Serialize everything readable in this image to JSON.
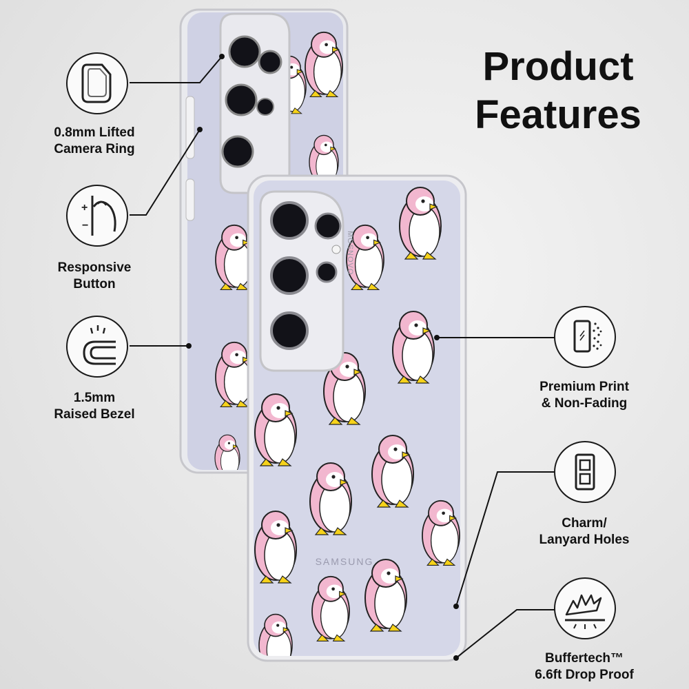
{
  "title": {
    "line1": "Product",
    "line2": "Features"
  },
  "features": [
    {
      "icon": "camera-ring-icon",
      "line1": "0.8mm Lifted",
      "line2": "Camera Ring"
    },
    {
      "icon": "responsive-button-icon",
      "line1": "Responsive",
      "line2": "Button"
    },
    {
      "icon": "raised-bezel-icon",
      "line1": "1.5mm",
      "line2": "Raised Bezel"
    },
    {
      "icon": "premium-print-icon",
      "line1": "Premium Print",
      "line2": "& Non-Fading"
    },
    {
      "icon": "lanyard-holes-icon",
      "line1": "Charm/",
      "line2": "Lanyard Holes"
    },
    {
      "icon": "drop-proof-icon",
      "line1": "Buffertech™",
      "line2": "6.6ft Drop Proof"
    }
  ],
  "product": {
    "case_brand_text": "MOSNOVO",
    "phone_brand_text": "SAMSUNG",
    "pattern": "pink-penguin-pattern",
    "colors": {
      "penguin_pink": "#f2b7cf",
      "penguin_white": "#ffffff",
      "feet_yellow": "#f6d21a",
      "case_tint": "#d8d9ea"
    }
  }
}
